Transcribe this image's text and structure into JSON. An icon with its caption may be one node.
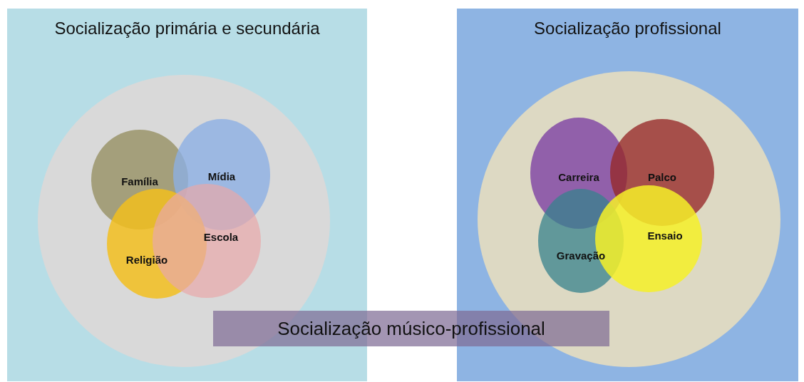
{
  "diagram": {
    "nodes": [
      {
        "text": [
          "Socialização primária e secundária"
        ]
      },
      {
        "text": [],
        "shape": "circle",
        "in": 0
      },
      {
        "text": [
          "Família"
        ],
        "in": 1
      },
      {
        "text": [
          "Mídia"
        ],
        "in": 1
      },
      {
        "text": [
          "Religião"
        ],
        "in": 1
      },
      {
        "text": [
          "Escola"
        ],
        "in": 1
      },
      {
        "text": [
          "Socialização profissional"
        ]
      },
      {
        "text": [],
        "shape": "circle",
        "in": 6
      },
      {
        "text": [
          "Carreira"
        ],
        "in": 7
      },
      {
        "text": [
          "Palco"
        ],
        "in": 7
      },
      {
        "text": [
          "Gravação"
        ],
        "in": 7
      },
      {
        "text": [
          "Ensaio"
        ],
        "in": 7
      },
      {
        "text": [
          "Socialização músico-profissional"
        ]
      }
    ],
    "edges": []
  }
}
